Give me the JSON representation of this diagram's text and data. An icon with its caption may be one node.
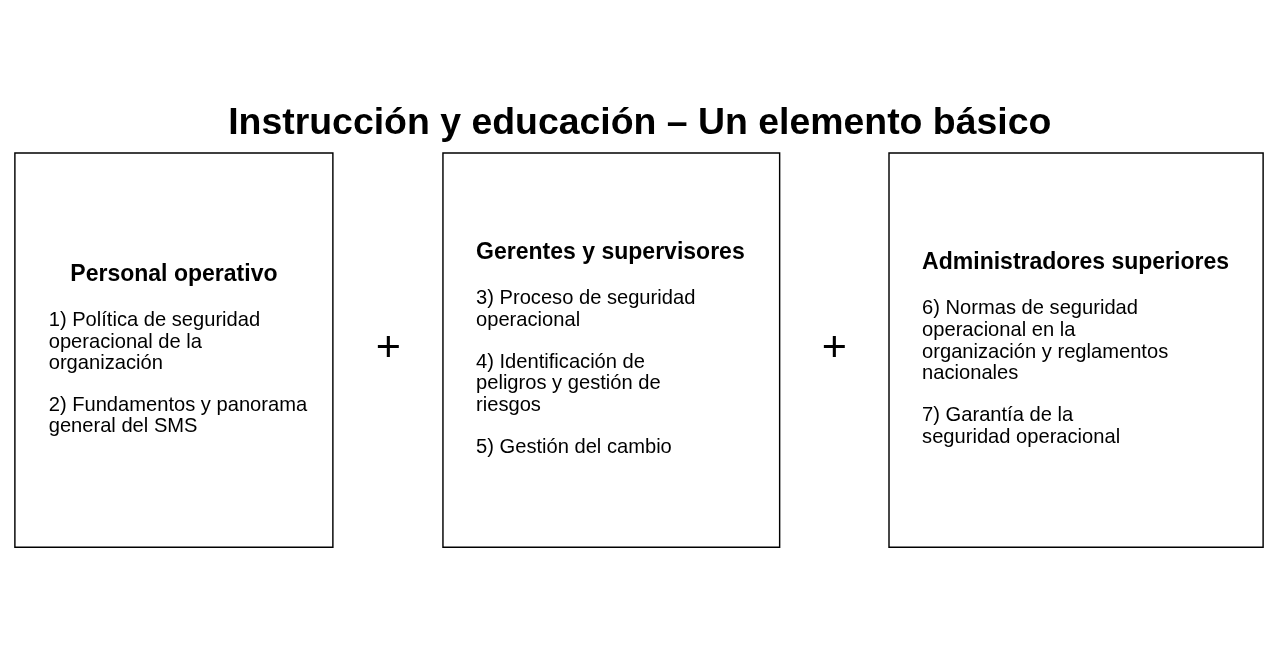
{
  "diagram": {
    "title": "Instrucción y educación – Un elemento básico",
    "nodes": [
      {
        "text": [
          "Personal operativo",
          "1) Política de seguridad operacional de la organización",
          "2) Fundamentos y panorama general del SMS"
        ]
      },
      {
        "text": [
          "Gerentes y supervisores",
          "3) Proceso de seguridad operacional",
          "4) Identificación de peligros y gestión de riesgos",
          "5) Gestión del cambio"
        ]
      },
      {
        "text": [
          "Administradores superiores",
          "6) Normas de seguridad operacional en la organización y reglamentos nacionales",
          "7) Garantía de la seguridad operacional"
        ]
      }
    ],
    "labels": [
      "+",
      "+"
    ]
  }
}
